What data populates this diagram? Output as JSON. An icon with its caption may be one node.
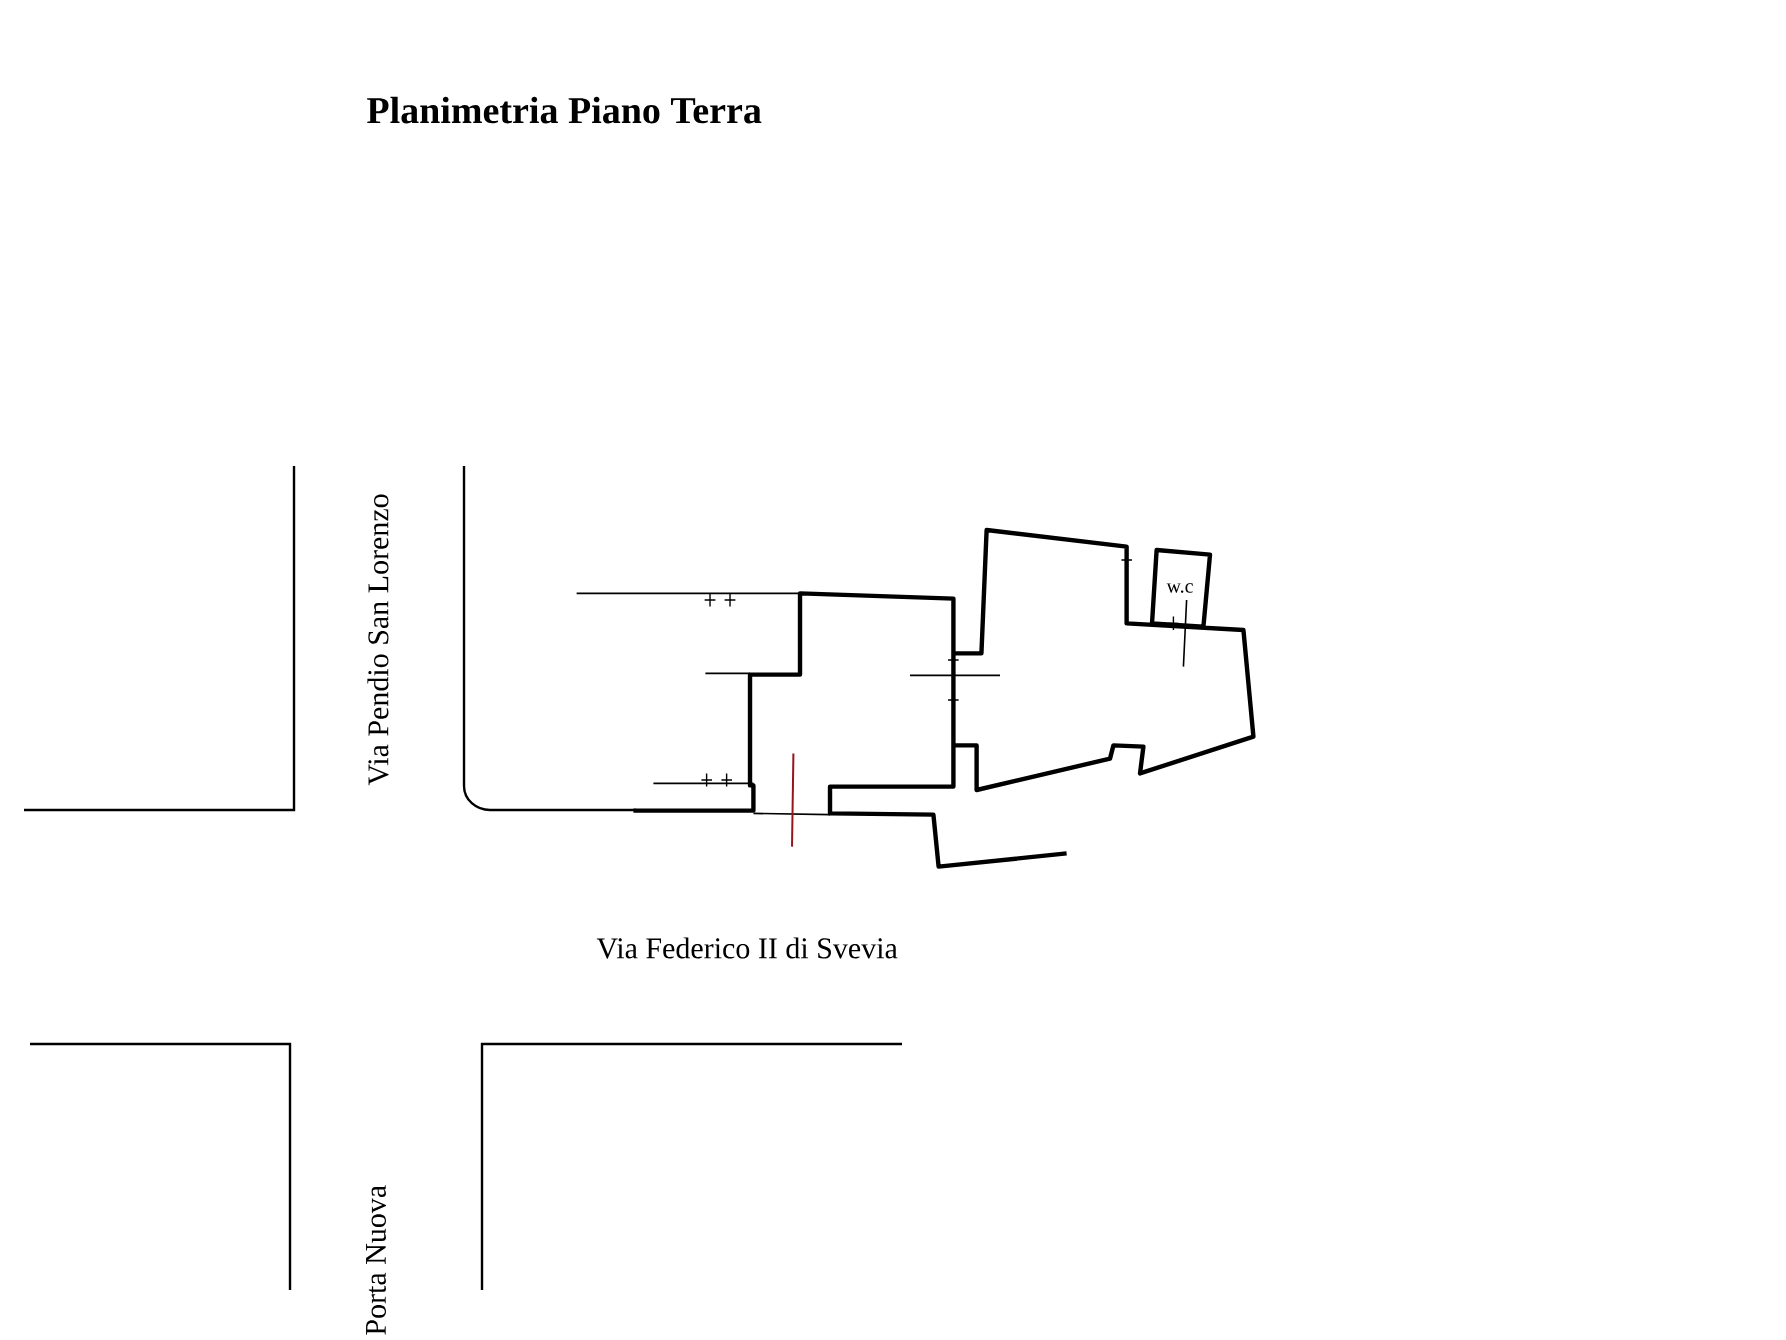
{
  "diagram": {
    "title": "Planimetria Piano Terra",
    "labels": [
      "Via Pendio San Lorenzo",
      "w.c",
      "Via Federico II di Svevia",
      "Porta Nuova"
    ]
  }
}
